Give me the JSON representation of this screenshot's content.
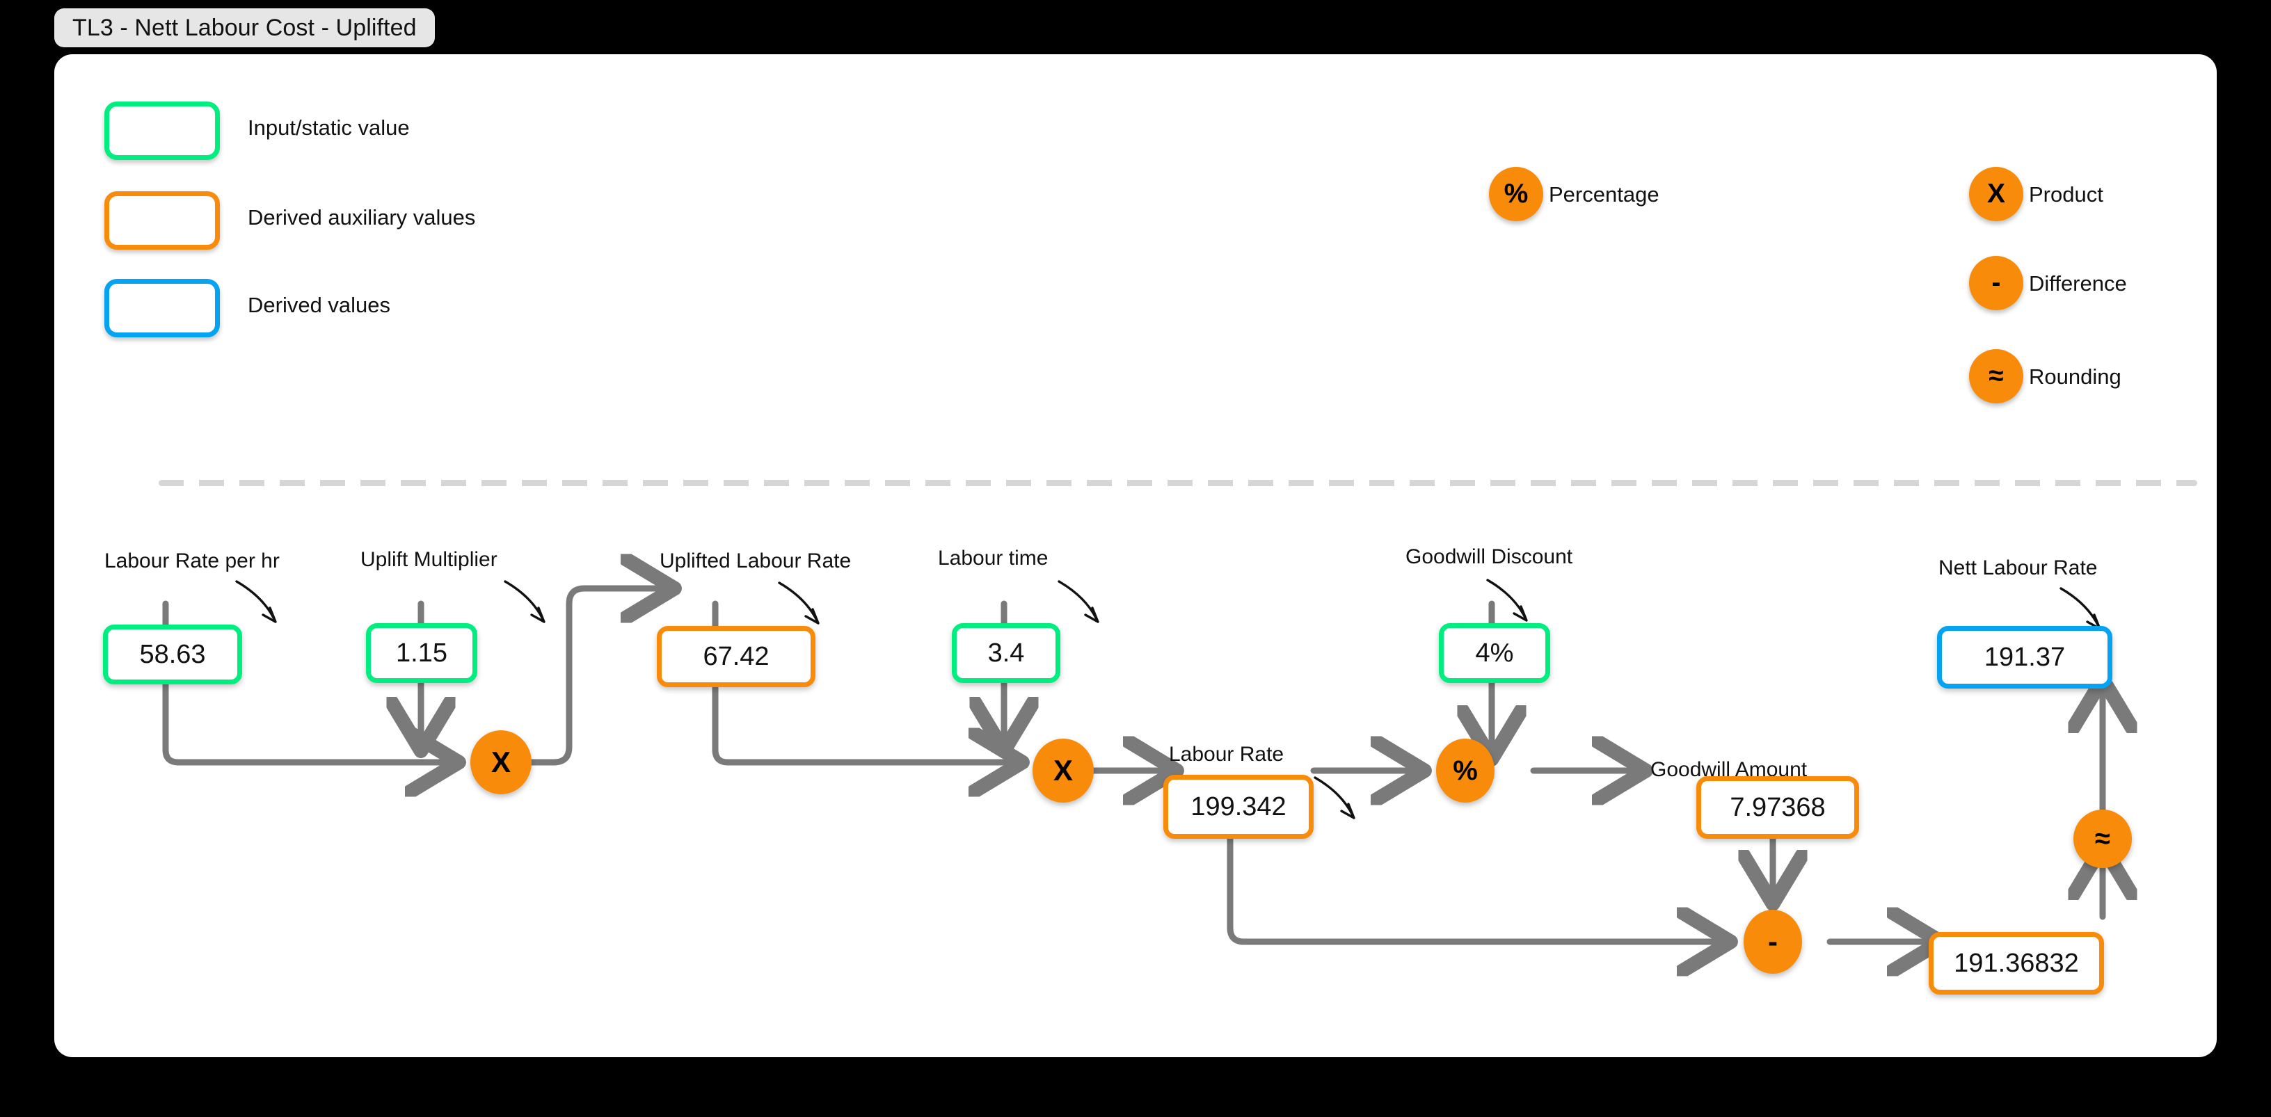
{
  "window": {
    "title": "TL3 - Nett Labour Cost - Uplifted"
  },
  "legend": {
    "shape_items": [
      {
        "label": "Input/static value",
        "color": "#00EE80",
        "swatch": "rounded-rect"
      },
      {
        "label": "Derived auxiliary values",
        "color": "#F88B0A",
        "swatch": "rounded-rect"
      },
      {
        "label": "Derived values",
        "color": "#06A3F2",
        "swatch": "rounded-rect"
      }
    ],
    "operator_items": [
      {
        "glyph": "%",
        "label": "Percentage",
        "icon": "percent-icon",
        "color": "#F88B0A"
      },
      {
        "glyph": "X",
        "label": "Product",
        "icon": "multiply-icon",
        "color": "#F88B0A"
      },
      {
        "glyph": "-",
        "label": "Difference",
        "icon": "minus-icon",
        "color": "#F88B0A"
      },
      {
        "glyph": "≈",
        "label": "Rounding",
        "icon": "approx-icon",
        "color": "#F88B0A"
      }
    ]
  },
  "chart_data": {
    "type": "diagram",
    "title": "TL3 - Nett Labour Cost - Uplifted",
    "nodes": [
      {
        "id": "labour_rate_per_hr",
        "label": "Labour Rate per hr",
        "value": "58.63",
        "kind": "input"
      },
      {
        "id": "uplift_multiplier",
        "label": "Uplift Multiplier",
        "value": "1.15",
        "kind": "input"
      },
      {
        "id": "uplifted_rate",
        "label": "Uplifted Labour Rate",
        "value": "67.42",
        "kind": "aux"
      },
      {
        "id": "labour_time",
        "label": "Labour time",
        "value": "3.4",
        "kind": "input"
      },
      {
        "id": "labour_rate",
        "label": "Labour Rate",
        "value": "199.342",
        "kind": "aux"
      },
      {
        "id": "goodwill_discount",
        "label": "Goodwill Discount",
        "value": "4%",
        "kind": "input"
      },
      {
        "id": "goodwill_amount",
        "label": "Goodwill Amount",
        "value": "7.97368",
        "kind": "aux"
      },
      {
        "id": "nett_unrounded",
        "label": "",
        "value": "191.36832",
        "kind": "aux"
      },
      {
        "id": "nett_labour_rate",
        "label": "Nett Labour Rate",
        "value": "191.37",
        "kind": "derived"
      }
    ],
    "operators": [
      {
        "id": "op_mult_1",
        "glyph": "X",
        "name": "product"
      },
      {
        "id": "op_mult_2",
        "glyph": "X",
        "name": "product"
      },
      {
        "id": "op_pct",
        "glyph": "%",
        "name": "percentage"
      },
      {
        "id": "op_minus",
        "glyph": "-",
        "name": "difference"
      },
      {
        "id": "op_round",
        "glyph": "≈",
        "name": "rounding"
      }
    ],
    "edges": [
      [
        "labour_rate_per_hr",
        "op_mult_1"
      ],
      [
        "uplift_multiplier",
        "op_mult_1"
      ],
      [
        "op_mult_1",
        "uplifted_rate"
      ],
      [
        "uplifted_rate",
        "op_mult_2"
      ],
      [
        "labour_time",
        "op_mult_2"
      ],
      [
        "op_mult_2",
        "labour_rate"
      ],
      [
        "labour_rate",
        "op_pct"
      ],
      [
        "goodwill_discount",
        "op_pct"
      ],
      [
        "op_pct",
        "goodwill_amount"
      ],
      [
        "goodwill_amount",
        "op_minus"
      ],
      [
        "labour_rate",
        "op_minus"
      ],
      [
        "op_minus",
        "nett_unrounded"
      ],
      [
        "nett_unrounded",
        "op_round"
      ],
      [
        "op_round",
        "nett_labour_rate"
      ]
    ]
  },
  "colors": {
    "input": "#00EE80",
    "aux": "#F88B0A",
    "derived": "#06A3F2",
    "wire": "#7a7a7a",
    "divider": "#d6d6d6",
    "canvas": "#ffffff",
    "backdrop": "#000000"
  }
}
